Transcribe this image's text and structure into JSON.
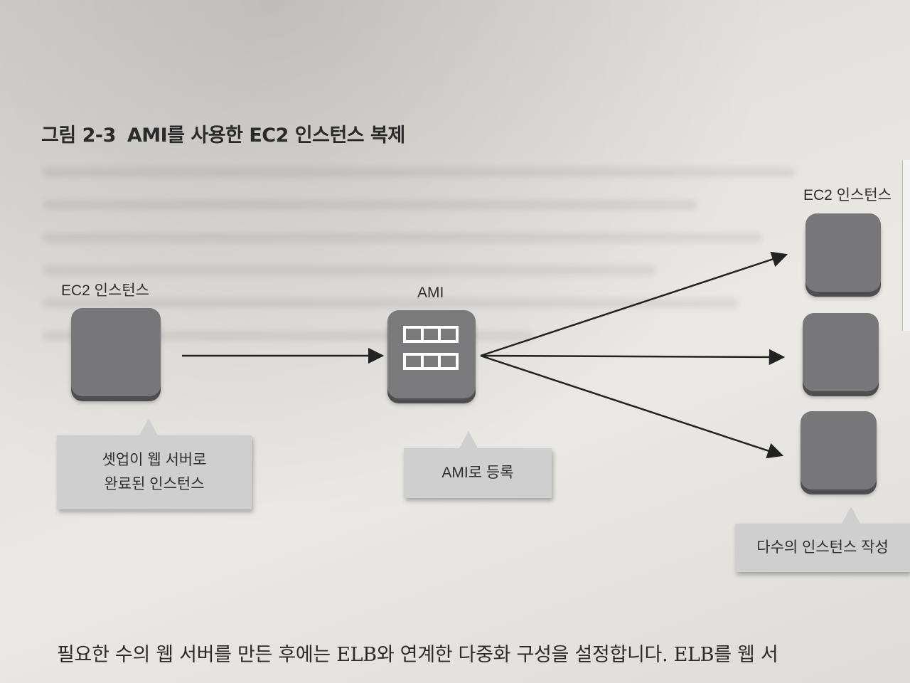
{
  "figure": {
    "number": "그림 2-3",
    "title": "AMI를 사용한 EC2 인스턴스 복제"
  },
  "source": {
    "label": "EC2 인스턴스",
    "callout_line1": "셋업이 웹 서버로",
    "callout_line2": "완료된 인스턴스"
  },
  "ami": {
    "label": "AMI",
    "callout": "AMI로 등록"
  },
  "targets": {
    "label": "EC2 인스턴스",
    "count": 3,
    "callout": "다수의 인스턴스 작성"
  },
  "body_text": "필요한 수의 웹 서버를 만든 후에는 ELB와 연계한 다중화 구성을 설정합니다. ELB를 웹 서",
  "colors": {
    "box": "#777779",
    "callout": "#cfcfcf",
    "arrow": "#222222"
  }
}
